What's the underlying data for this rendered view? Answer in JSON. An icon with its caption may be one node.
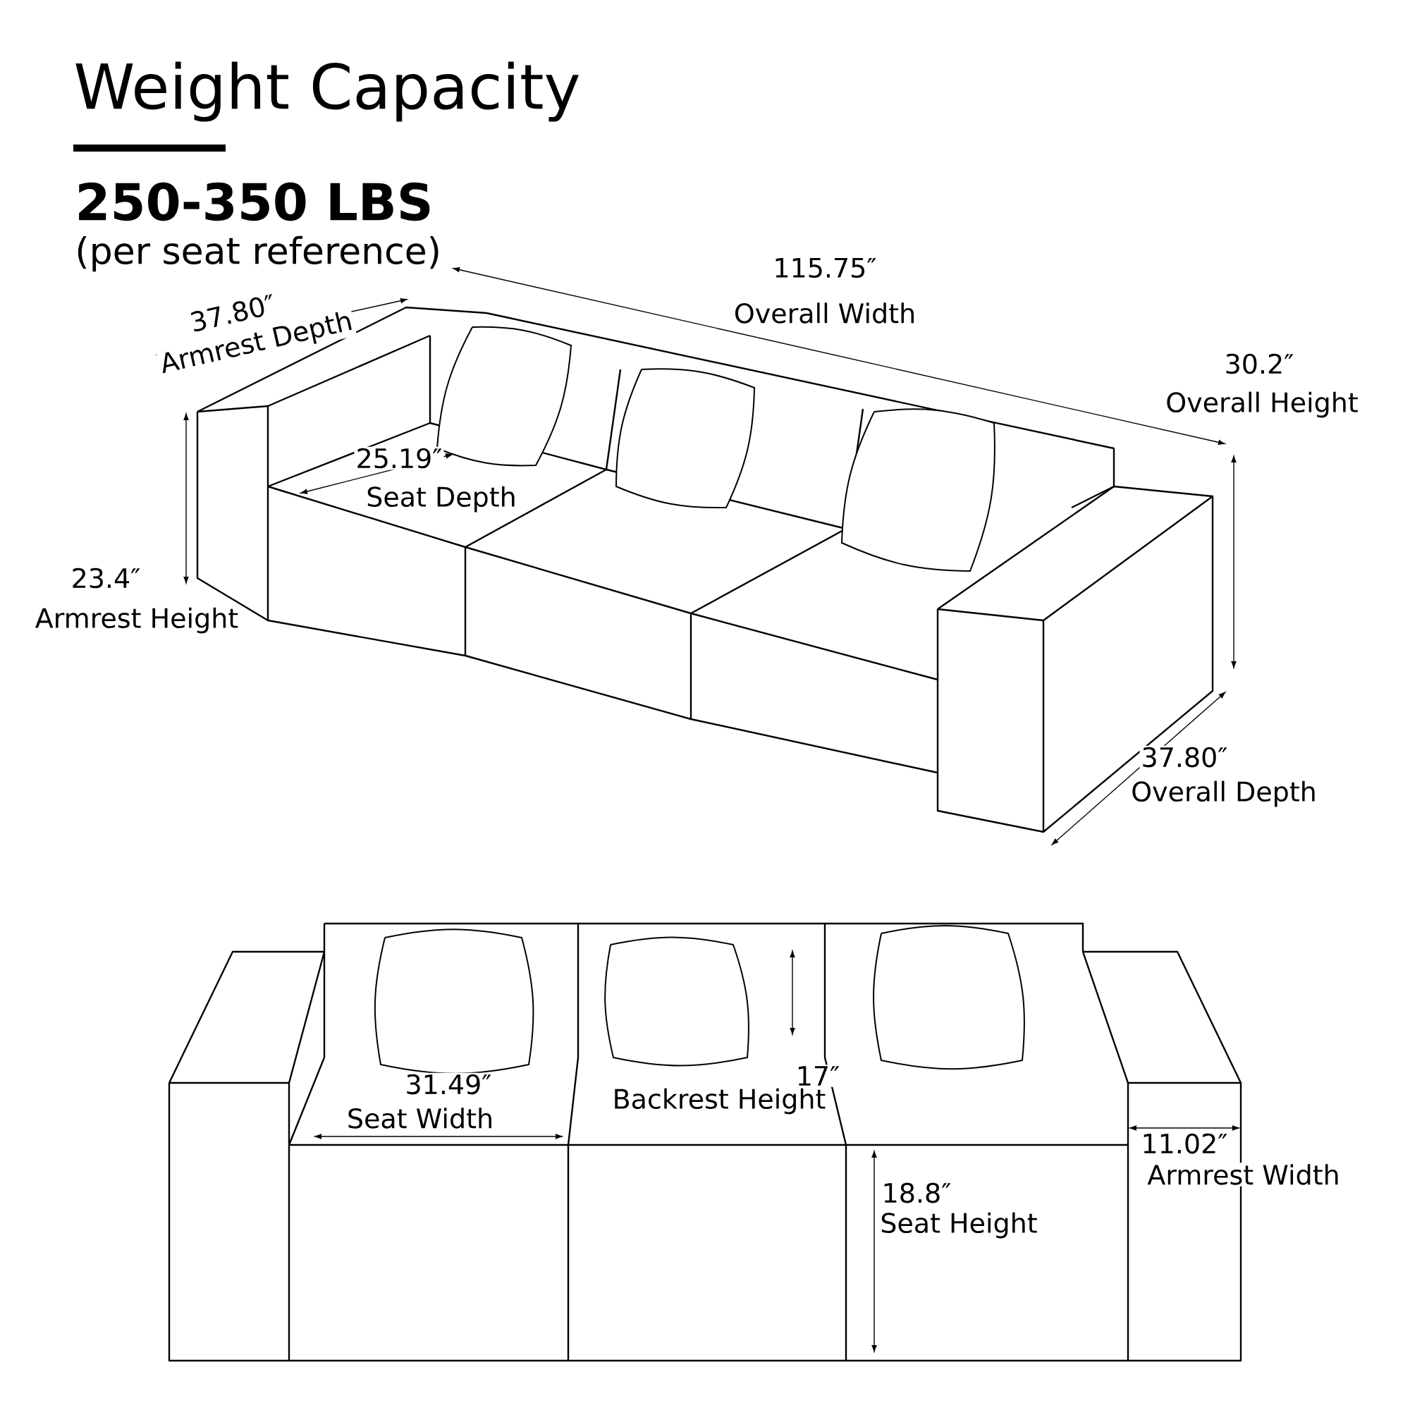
{
  "diagram": {
    "title": "Weight Capacity",
    "labels": [
      "250-350 LBS",
      "(per seat reference)",
      "115.75″",
      "Overall Width",
      "37.80″",
      "Armrest Depth",
      "30.2″",
      "Overall Height",
      "25.19″",
      "Seat Depth",
      "23.4″",
      "Armrest Height",
      "37.80″",
      "Overall Depth",
      "31.49″",
      "17″",
      "Backrest Height",
      "Seat Width",
      "11.02″",
      "Armrest Width",
      "18.8″",
      "Seat Height"
    ]
  }
}
